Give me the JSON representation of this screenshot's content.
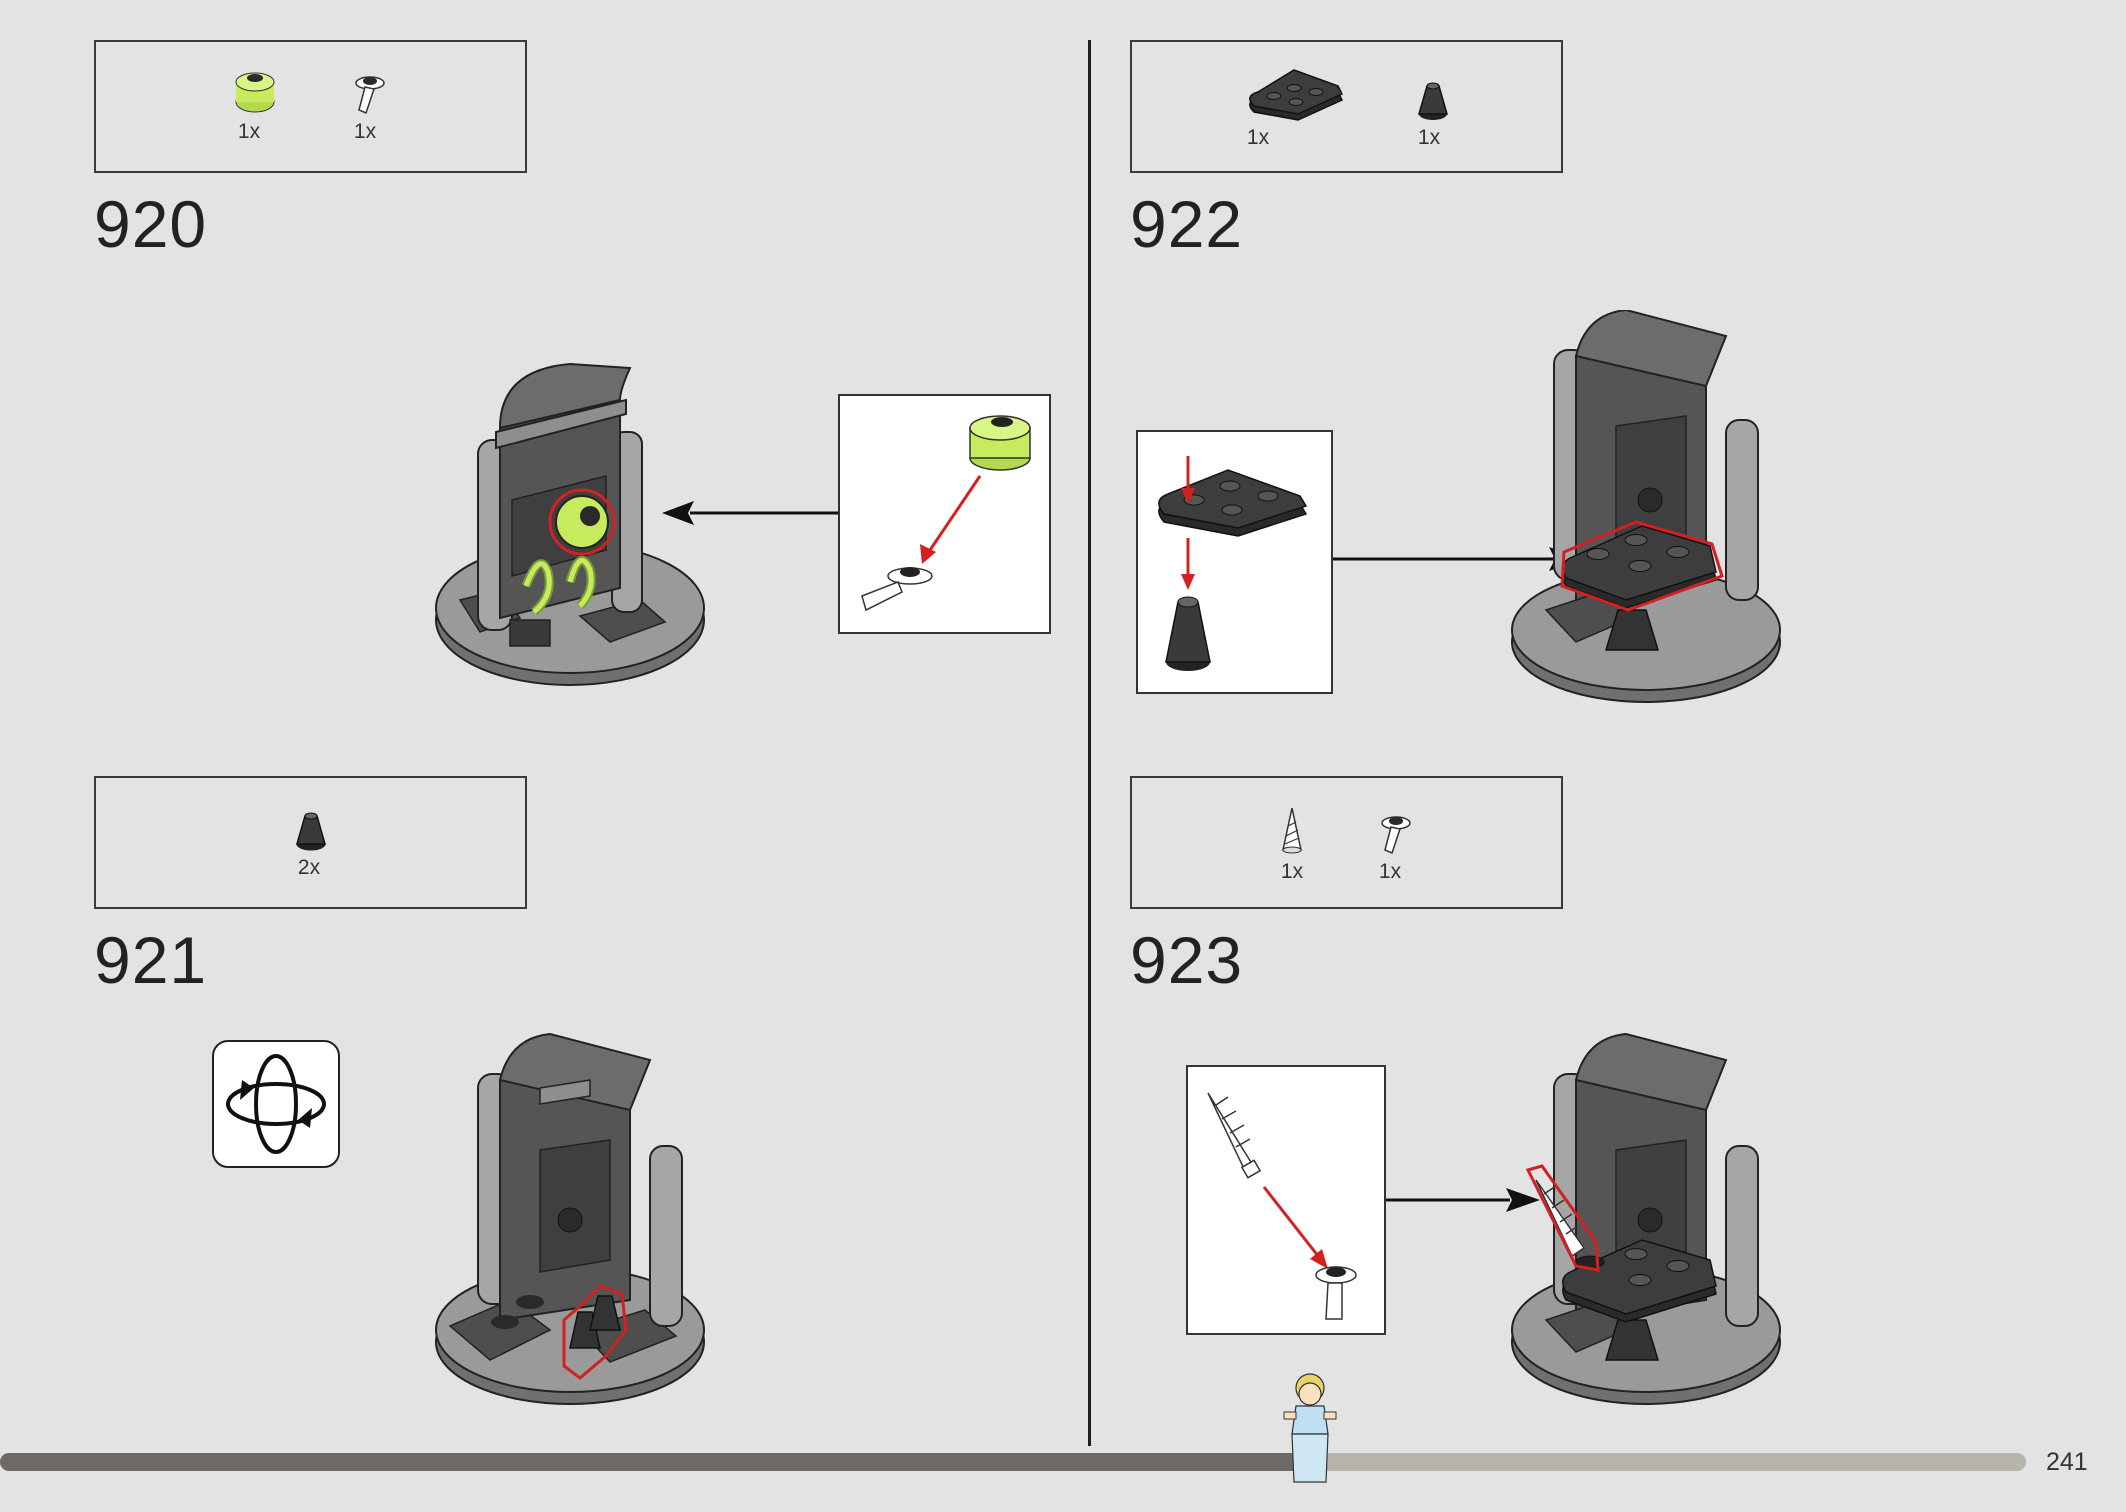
{
  "steps": [
    {
      "number": "920",
      "parts": [
        {
          "qty": "1x",
          "icon": "lime-transparent-round-brick-icon"
        },
        {
          "qty": "1x",
          "icon": "black-clip-bar-piece-icon"
        }
      ]
    },
    {
      "number": "921",
      "parts": [
        {
          "qty": "2x",
          "icon": "black-cone-piece-icon"
        }
      ]
    },
    {
      "number": "922",
      "parts": [
        {
          "qty": "1x",
          "icon": "black-rounded-plate-2x3-icon"
        },
        {
          "qty": "1x",
          "icon": "black-cone-piece-icon"
        }
      ]
    },
    {
      "number": "923",
      "parts": [
        {
          "qty": "1x",
          "icon": "white-drill-cone-icon"
        },
        {
          "qty": "1x",
          "icon": "black-clip-bar-piece-icon"
        }
      ]
    }
  ],
  "page": {
    "number": "241"
  },
  "progress": {
    "fraction": 0.64
  },
  "colors": {
    "accent_outline": "#d32020",
    "arrow": "#111111",
    "brick_dark": "#4a4a4a",
    "brick_mid": "#6e6e6e",
    "brick_light": "#9c9c9c",
    "lime": "#c6ec5e",
    "background": "#e3e3e3"
  }
}
